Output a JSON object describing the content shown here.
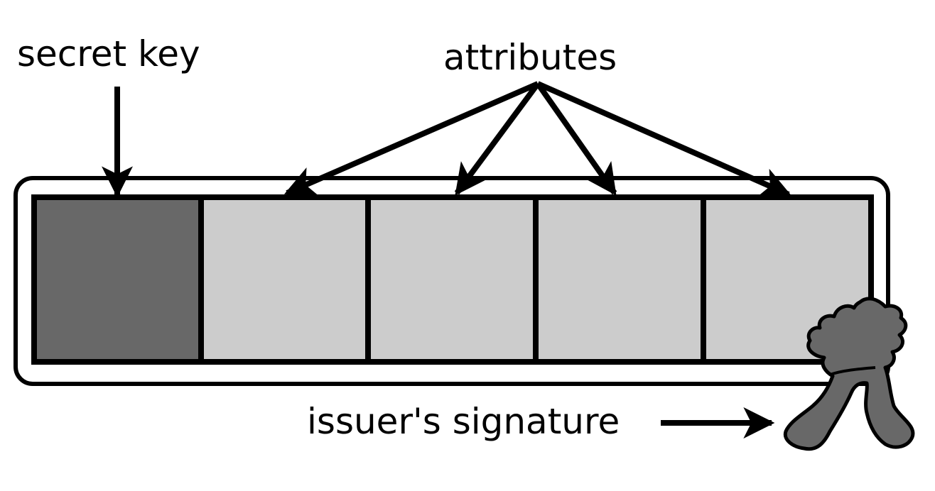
{
  "labels": {
    "secret_key": "secret key",
    "attributes": "attributes",
    "issuers_signature": "issuer's signature"
  },
  "colors": {
    "background": "#ffffff",
    "stroke": "#000000",
    "secret_key_cell": "#686868",
    "attribute_cell": "#cccccc",
    "signature_blob": "#686868"
  },
  "credential": {
    "cells": [
      {
        "role": "secret-key"
      },
      {
        "role": "attribute"
      },
      {
        "role": "attribute"
      },
      {
        "role": "attribute"
      },
      {
        "role": "attribute"
      }
    ]
  }
}
